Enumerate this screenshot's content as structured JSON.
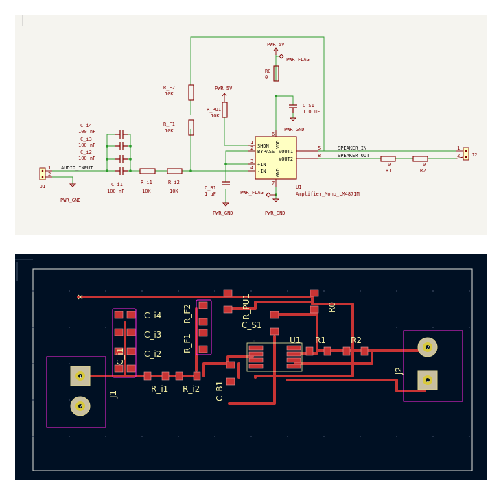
{
  "colors": {
    "schematic_bg": "#f5f4ef",
    "wire": "#2a9a2a",
    "symbol": "#840000",
    "body_fill": "#ffffc2",
    "power": "#840000",
    "pcb_bg": "#001023",
    "copper": "#c83434",
    "pad": "#c8bfa0",
    "silk": "#f2eda1",
    "edge": "#d0d2cd",
    "courtyard": "#ff26e2"
  },
  "schematic": {
    "nets": {
      "audio_input": "AUDIO_INPUT",
      "speaker_in": "SPEAKER_IN",
      "speaker_out": "SPEAKER_OUT"
    },
    "power": {
      "pwr_5v_top": "PWR_5V",
      "pwr_5v_left": "PWR_5V",
      "pwr_flag_top": "PWR_FLAG",
      "pwr_flag_bottom": "PWR_FLAG",
      "gnd_j1": "PWR_GND",
      "gnd_cb1": "PWR_GND",
      "gnd_u1": "PWR_GND",
      "gnd_cs1": "PWR_GND"
    },
    "components": {
      "j1": {
        "ref": "J1",
        "pin1": "1",
        "pin2": "2"
      },
      "j2": {
        "ref": "J2",
        "pin1": "1",
        "pin2": "2"
      },
      "c_i4": {
        "ref": "C_i4",
        "value": "100 nF"
      },
      "c_i3": {
        "ref": "C_i3",
        "value": "100 nF"
      },
      "c_i2": {
        "ref": "C_i2",
        "value": "100 nF"
      },
      "c_i1": {
        "ref": "C_i1",
        "value": "100 nF"
      },
      "r_i1": {
        "ref": "R_i1",
        "value": "10K"
      },
      "r_i2": {
        "ref": "R_i2",
        "value": "10K"
      },
      "r_f1": {
        "ref": "R_F1",
        "value": "10K"
      },
      "r_f2": {
        "ref": "R_F2",
        "value": "10K"
      },
      "r_pu1": {
        "ref": "R_PU1",
        "value": "10K"
      },
      "c_b1": {
        "ref": "C_B1",
        "value": "1 uF"
      },
      "c_s1": {
        "ref": "C_S1",
        "value": "1.0 uF"
      },
      "r0": {
        "ref": "R0",
        "value": "0"
      },
      "r1": {
        "ref": "R1",
        "value": "0"
      },
      "r2": {
        "ref": "R2",
        "value": "0"
      },
      "u1": {
        "ref": "U1",
        "value": "Amplifier_Mono_LM4871M",
        "pins": {
          "shdn": "SHDN",
          "bypass": "BYPASS",
          "pos_in": "+IN",
          "neg_in": "-IN",
          "vout1": "VOUT1",
          "vout2": "VOUT2",
          "vdd": "VDD",
          "gnd": "GND"
        },
        "pin_numbers": {
          "p1": "1",
          "p2": "2",
          "p3": "3",
          "p4": "4",
          "p5": "5",
          "p6": "6",
          "p7": "7",
          "p8": "8"
        }
      }
    }
  },
  "pcb": {
    "labels": {
      "j1": "J1",
      "j2": "J2",
      "u1": "U1",
      "c_i4": "C_i4",
      "c_i3": "C_i3",
      "c_i2": "C_i2",
      "c_i1": "C_i1",
      "r_i1": "R_i1",
      "r_i2": "R_i2",
      "r_f1": "R_F1",
      "r_f2": "R_F2",
      "r_pu1": "R_PU1",
      "c_s1": "C_S1",
      "c_b1": "C_B1",
      "r0": "R0",
      "r1": "R1",
      "r2": "R2"
    },
    "pad_numbers": {
      "j1_p1": "1",
      "j1_p2": "2",
      "j2_p1": "1",
      "j2_p2": "2"
    }
  }
}
